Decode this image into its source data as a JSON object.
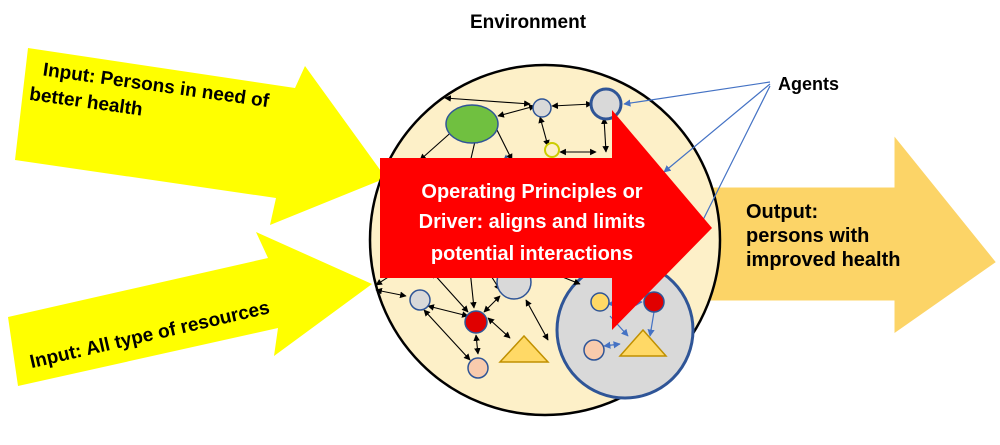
{
  "title": "Environment",
  "inputs": {
    "top_line1": "Input: Persons in need of",
    "top_line2": "better health",
    "bottom": "Input: All type of resources"
  },
  "output": {
    "line1": "Output:",
    "line2": "persons with",
    "line3": "improved health"
  },
  "agents_label": "Agents",
  "driver": {
    "line1": "Operating Principles or",
    "line2": "Driver: aligns and limits",
    "line3": "potential interactions"
  },
  "colors": {
    "input_arrow": "#ffff00",
    "output_arrow": "#fcd467",
    "environment_fill": "#fdf0c8",
    "driver_arrow": "#ff0000",
    "subsystem_fill": "#d9d9d9",
    "agent_outline": "#2f5597",
    "green_agent": "#70c040",
    "red_agent": "#e00000",
    "triangle_agent": "#ffd966",
    "peach_agent": "#f8cbad",
    "grey_agent": "#d9d9d9"
  }
}
